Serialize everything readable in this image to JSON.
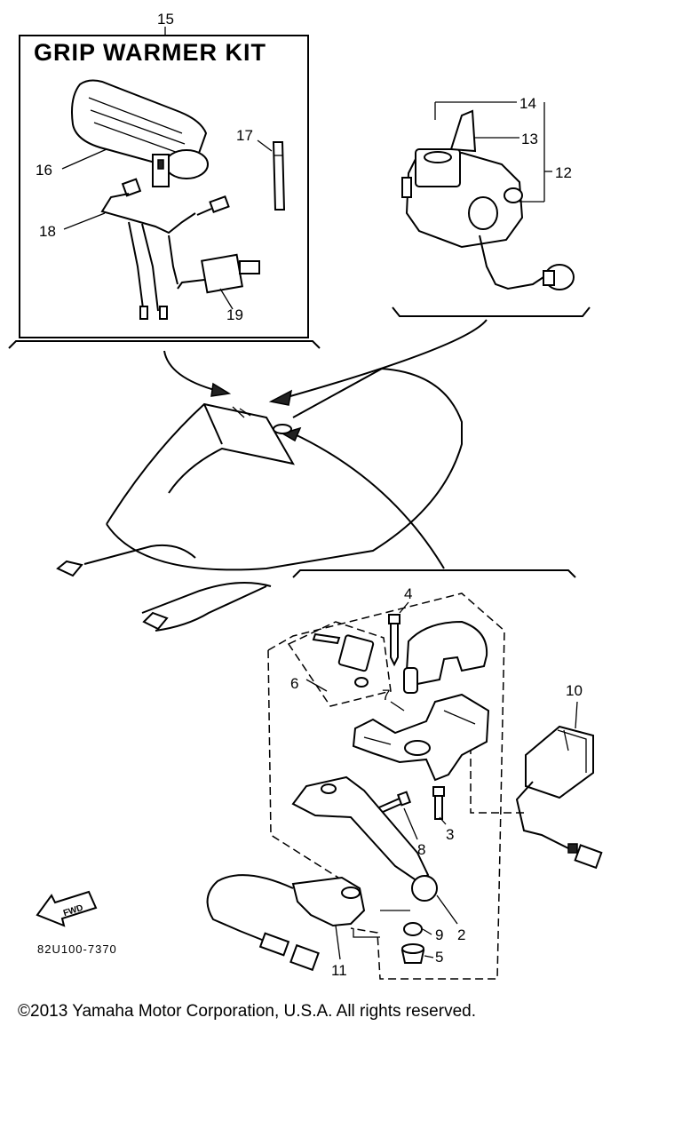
{
  "kit_title": "GRIP WARMER KIT",
  "diagram_code": "82U100-7370",
  "fwd_label": "FWD",
  "copyright": "©2013 Yamaha Motor Corporation, U.S.A. All rights reserved.",
  "callouts": {
    "n2": "2",
    "n3": "3",
    "n4": "4",
    "n5": "5",
    "n6": "6",
    "n7": "7",
    "n8": "8",
    "n9": "9",
    "n10": "10",
    "n11": "11",
    "n12": "12",
    "n13": "13",
    "n14": "14",
    "n15": "15",
    "n16": "16",
    "n17": "17",
    "n18": "18",
    "n19": "19"
  }
}
